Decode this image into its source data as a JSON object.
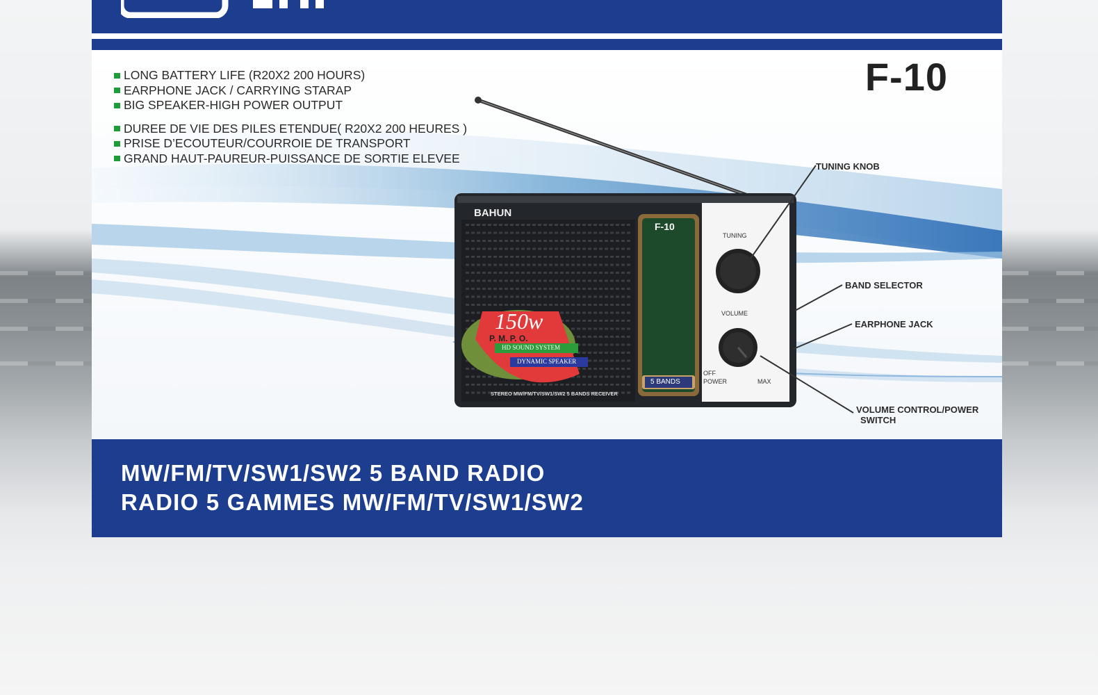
{
  "brand": {
    "logo_text": "BAHUN"
  },
  "model": "F-10",
  "features_en": [
    "LONG BATTERY LIFE (R20X2 200 HOURS)",
    "EARPHONE JACK / CARRYING  STARAP",
    "BIG SPEAKER-HIGH POWER OUTPUT"
  ],
  "features_fr": [
    "DUREE DE VIE DES PILES ETENDUE( R20X2 200 HEURES )",
    "PRISE D’ECOUTEUR/COURROIE DE TRANSPORT",
    "GRAND HAUT-PAUREUR-PUISSANCE DE SORTIE ELEVEE"
  ],
  "callouts": {
    "tuning_knob": "TUNING KNOB",
    "band_selector": "BAND SELECTOR",
    "earphone_jack": "EARPHONE JACK",
    "volume_power_1": "VOLUME CONTROL/POWER",
    "volume_power_2": "SWITCH"
  },
  "radio": {
    "brand": "BAHUN",
    "model": "F-10",
    "tuning_label": "TUNING",
    "volume_label": "VOLUME",
    "off_label": "OFF",
    "power_label": "POWER",
    "max_label": "MAX",
    "bands_badge": "5 BANDS",
    "power_sticker": "150w",
    "pmpo": "P. M. P. O.",
    "hd_sound": "HD SOUND SYSTEM",
    "dynamic_speaker": "DYNAMIC SPEAKER",
    "receiver_text": "STEREO MW/FM/TV/SW1/SW2 5 BANDS RECEIVER"
  },
  "headline": {
    "line1": "MW/FM/TV/SW1/SW2 5 BAND RADIO",
    "line2": "RADIO 5 GAMMES MW/FM/TV/SW1/SW2"
  },
  "colors": {
    "brand_blue": "#1d3d8f",
    "bullet_green": "#1e9c3a",
    "sticker_red": "#e23a3a"
  }
}
